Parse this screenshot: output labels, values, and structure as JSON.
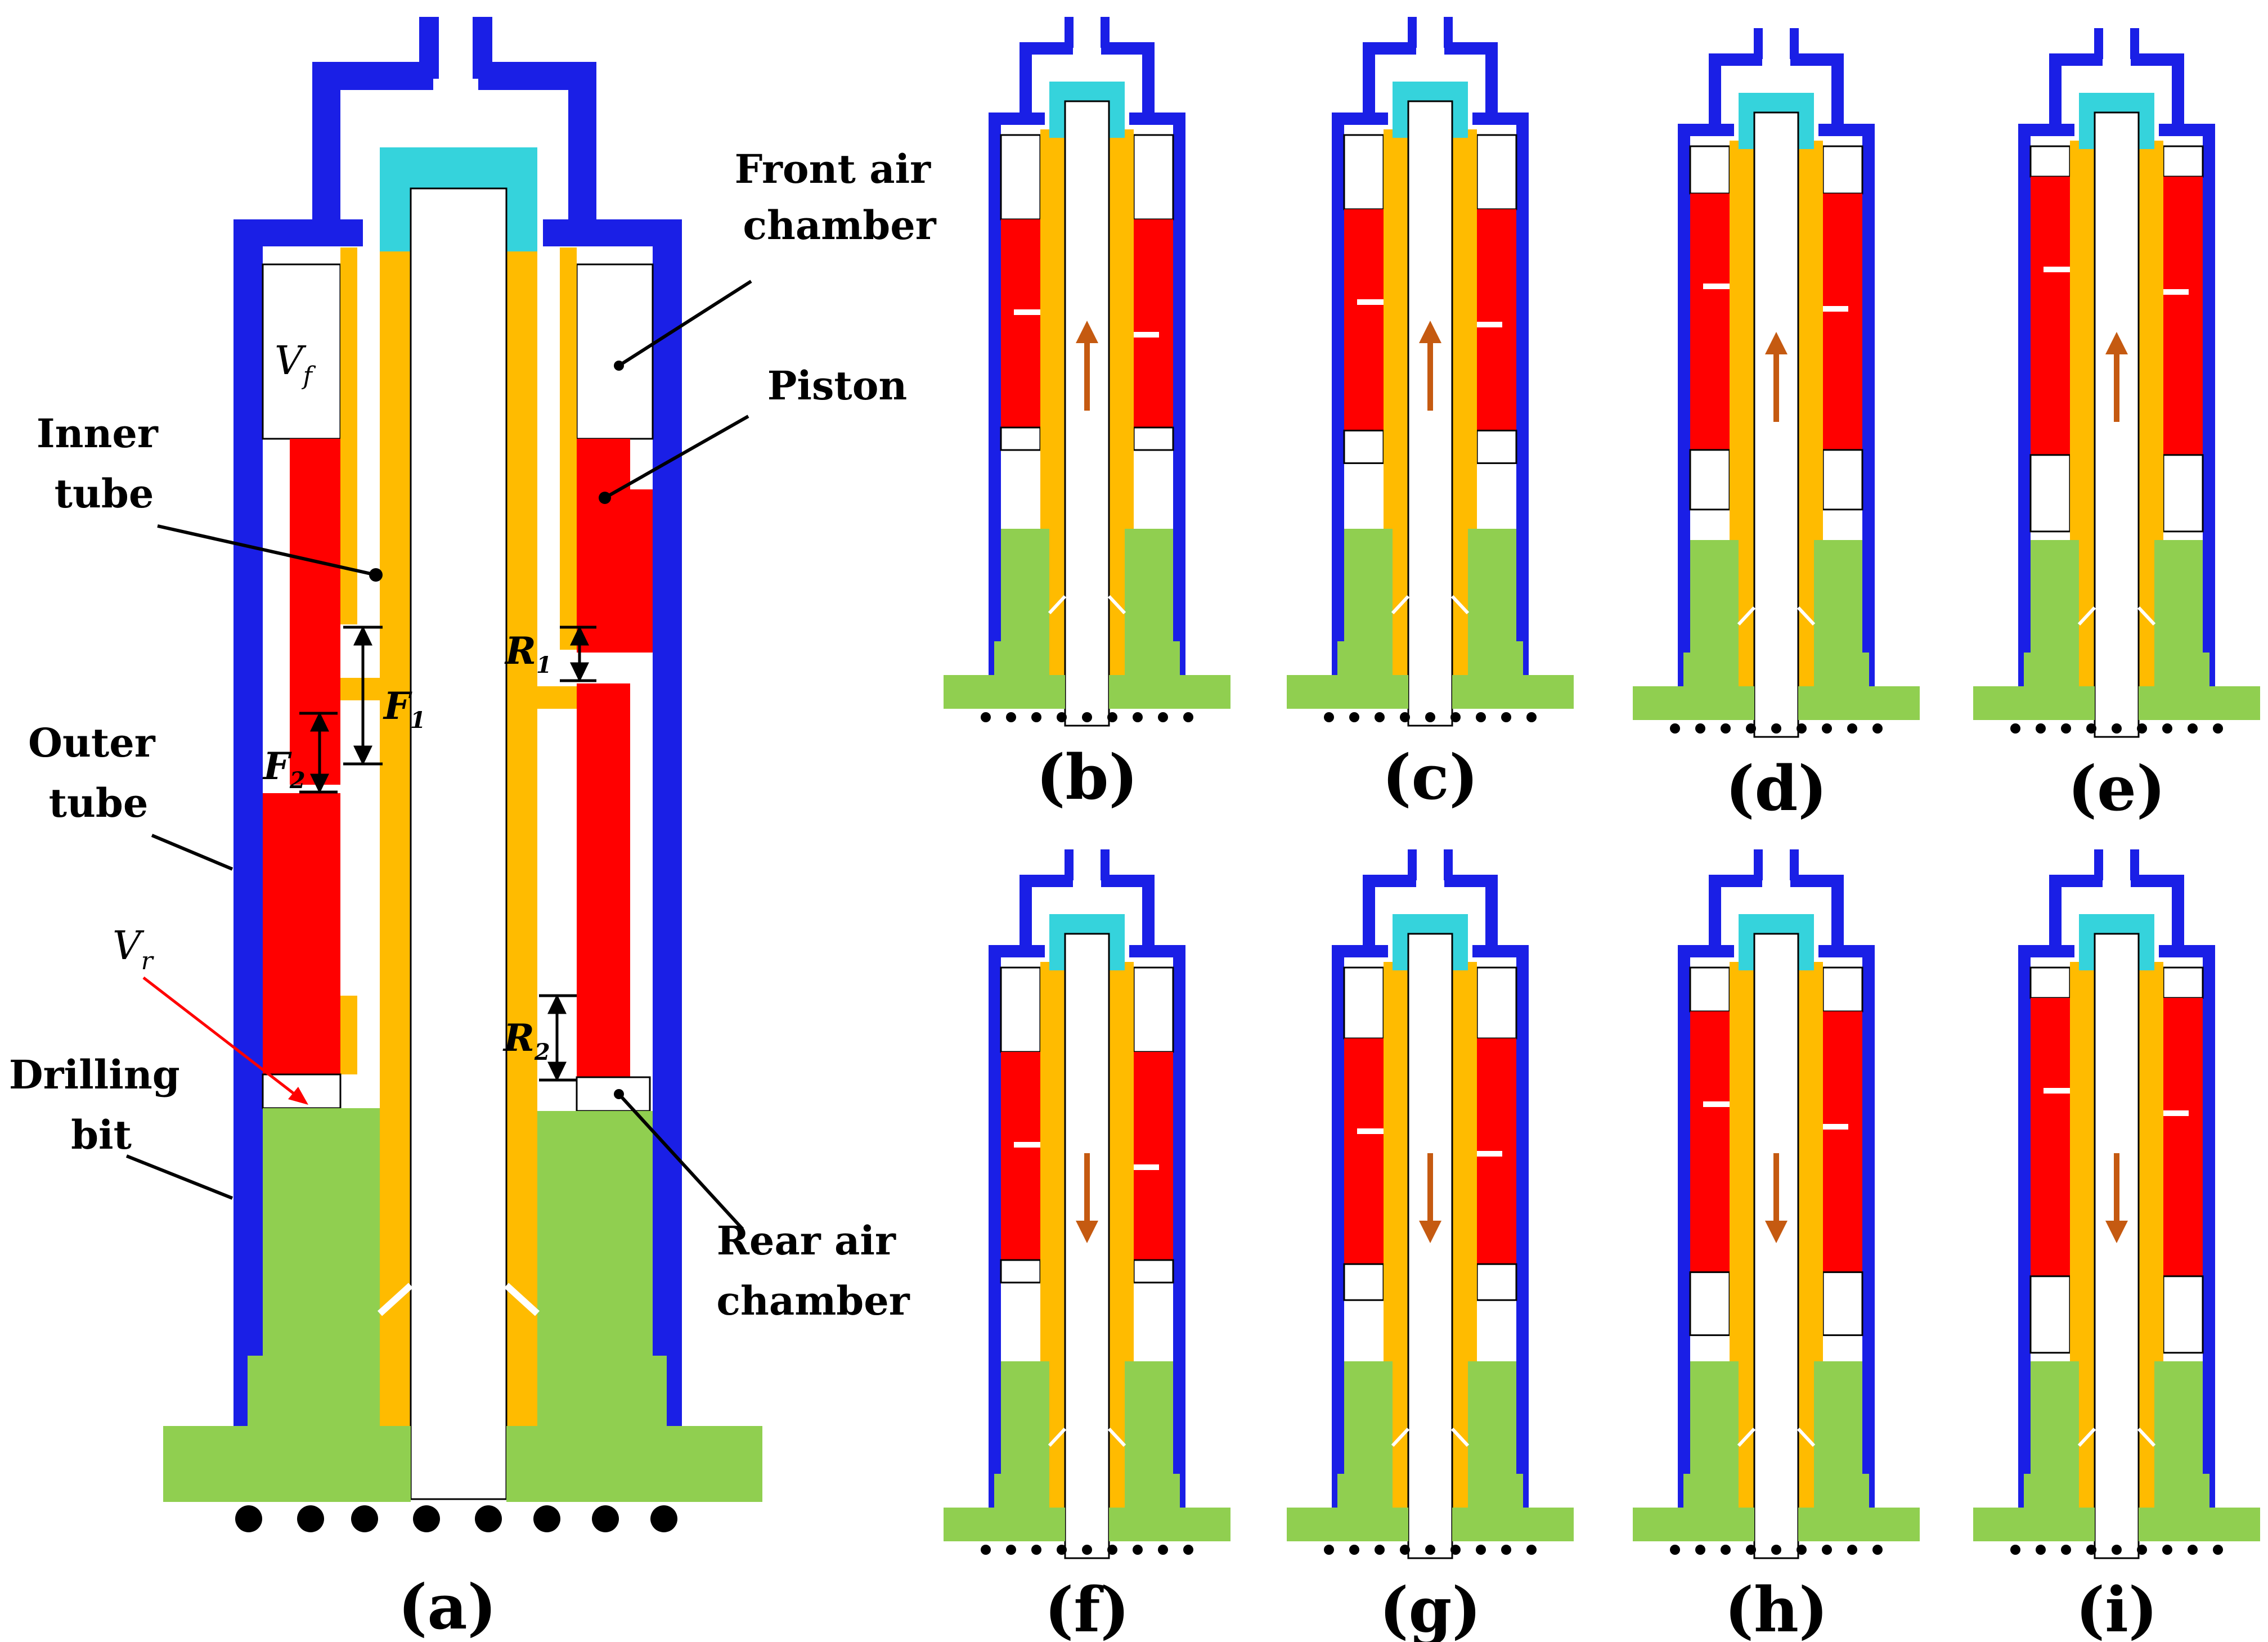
{
  "colors": {
    "outer_tube": "#1a1fe6",
    "cap": "#35d3dc",
    "inner_tube": "#ffbb00",
    "piston": "#ff0000",
    "drilling_bit": "#90cf50",
    "arrow": "#c55a11",
    "pointer_red": "#ff0000"
  },
  "callouts": {
    "front_air_chamber": [
      "Front air",
      "chamber"
    ],
    "piston": [
      "Piston"
    ],
    "inner_tube": [
      "Inner",
      "tube"
    ],
    "outer_tube": [
      "Outer",
      "tube"
    ],
    "drilling_bit": [
      "Drilling",
      "bit"
    ],
    "rear_air_chamber": [
      "Rear air",
      "chamber"
    ]
  },
  "symbols": {
    "vf": {
      "main": "V",
      "sub": "f"
    },
    "vr": {
      "main": "V",
      "sub": "r"
    },
    "f1": {
      "main": "F",
      "sub": "1"
    },
    "f2": {
      "main": "F",
      "sub": "2"
    },
    "r1": {
      "main": "R",
      "sub": "1"
    },
    "r2": {
      "main": "R",
      "sub": "2"
    }
  },
  "panels": [
    {
      "id": "a",
      "label": "(a)"
    },
    {
      "id": "b",
      "label": "(b)",
      "motion": "up",
      "stroke": 0.0
    },
    {
      "id": "c",
      "label": "(c)",
      "motion": "up",
      "stroke": 0.15
    },
    {
      "id": "d",
      "label": "(d)",
      "motion": "up",
      "stroke": 0.55
    },
    {
      "id": "e",
      "label": "(e)",
      "motion": "up",
      "stroke": 0.8
    },
    {
      "id": "f",
      "label": "(f)",
      "motion": "down",
      "stroke": 0.0
    },
    {
      "id": "g",
      "label": "(g)",
      "motion": "down",
      "stroke": 0.2
    },
    {
      "id": "h",
      "label": "(h)",
      "motion": "down",
      "stroke": 0.6
    },
    {
      "id": "i",
      "label": "(i)",
      "motion": "down",
      "stroke": 0.8
    }
  ]
}
